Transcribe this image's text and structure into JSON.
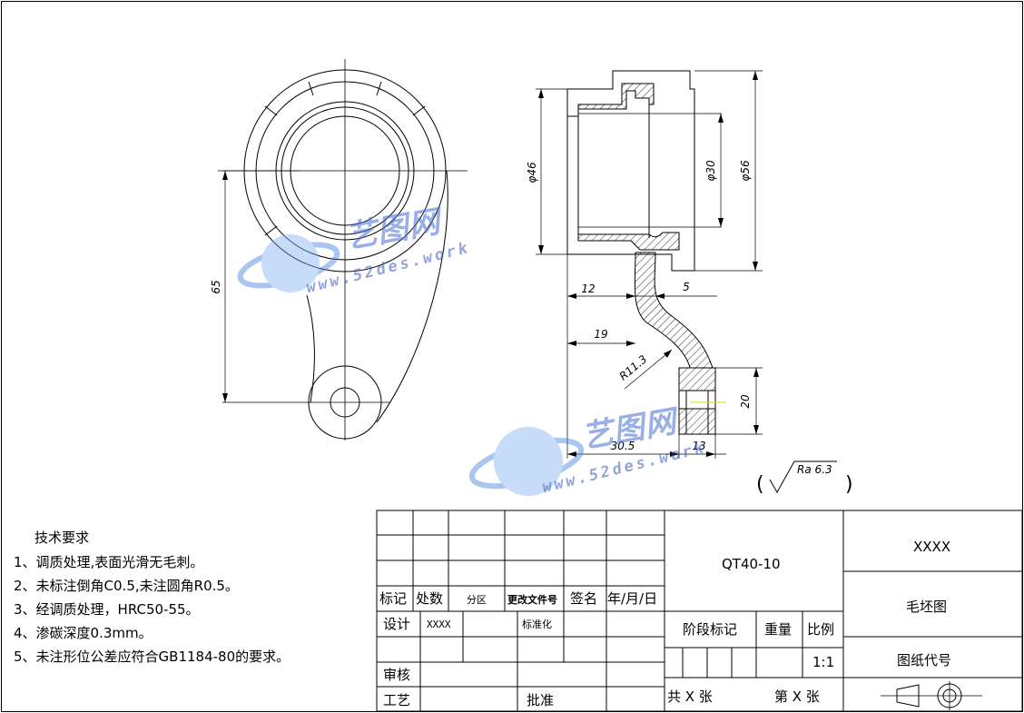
{
  "drawing": {
    "dimensions": {
      "d46": "φ46",
      "d30": "φ30",
      "d56": "φ56",
      "d65": "65",
      "d12": "12",
      "d5": "5",
      "d19": "19",
      "r113": "R11.3",
      "d20": "20",
      "d305": "30.5",
      "d13": "13"
    },
    "roughness": "Ra 6.3"
  },
  "tech_requirements": {
    "title": "技术要求",
    "items": [
      "1、调质处理,表面光滑无毛刺。",
      "2、未标注倒角C0.5,未注圆角R0.5。",
      "3、经调质处理，HRC50-55。",
      "4、渗碳深度0.3mm。",
      "5、未注形位公差应符合GB1184-80的要求。"
    ]
  },
  "title_block": {
    "labels": {
      "mark": "标记",
      "count": "处数",
      "zone": "分区",
      "change_doc": "更改文件号",
      "signature": "签名",
      "date": "年/月/日",
      "design": "设计",
      "standardize": "标准化",
      "review": "审核",
      "process": "工艺",
      "approve": "批准",
      "stage_mark": "阶段标记",
      "weight": "重量",
      "scale": "比例",
      "sheets_total": "共 X 张",
      "sheet_no": "第 X 张",
      "drawing_code": "图纸代号"
    },
    "designer": "XXXX",
    "material": "QT40-10",
    "company": "XXXX",
    "drawing_name": "毛坯图",
    "scale_value": "1:1"
  },
  "watermark": {
    "cn": "艺图网",
    "url": "www.52des.work"
  },
  "colors": {
    "line": "#000000",
    "watermark": "#4a6fd0"
  }
}
